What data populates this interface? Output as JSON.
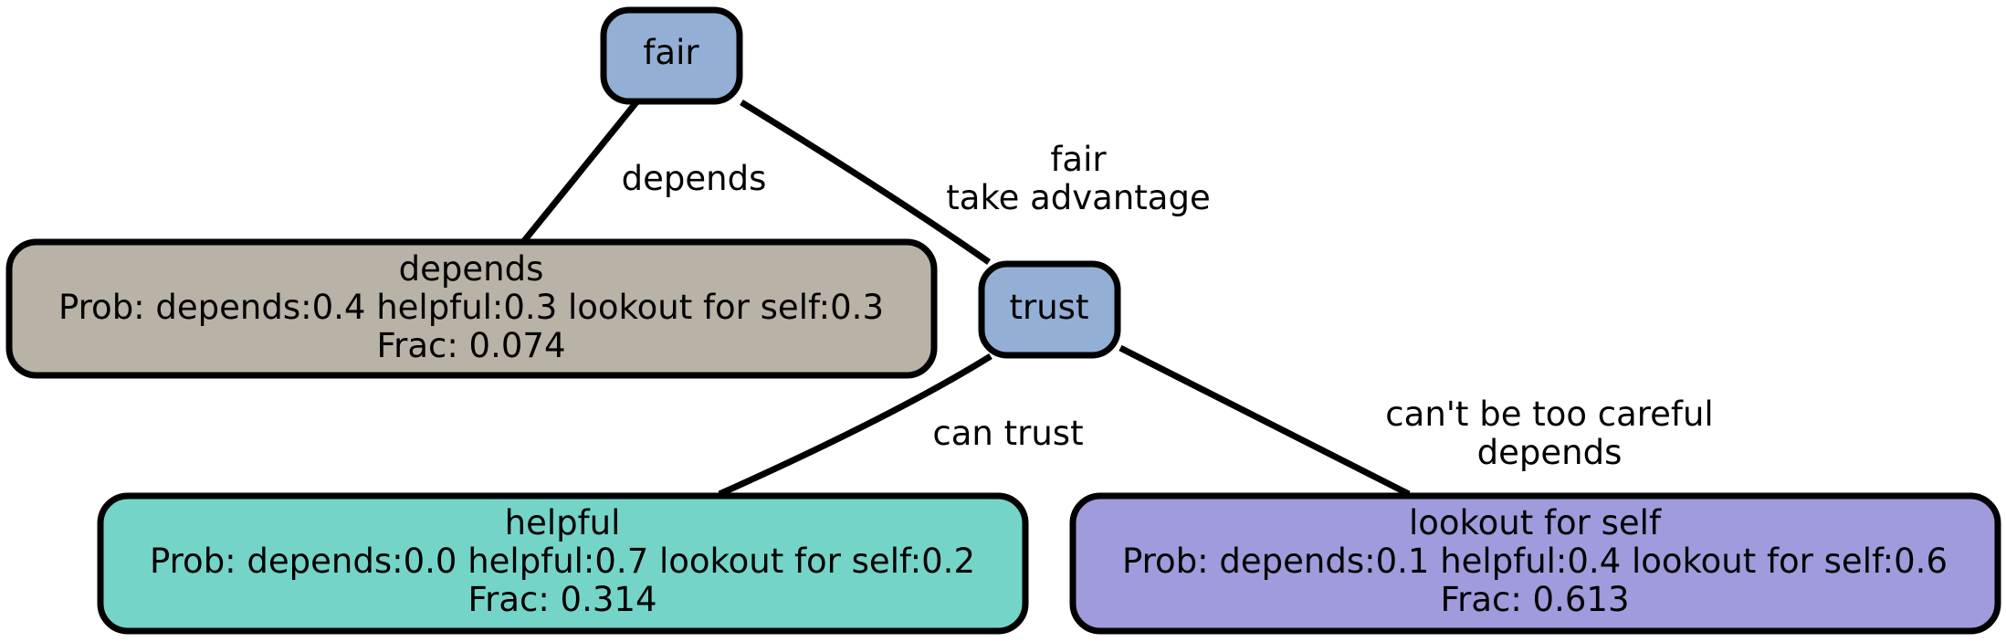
{
  "nodes": {
    "root": {
      "label": "fair",
      "color": "#94afd5"
    },
    "trust": {
      "label": "trust",
      "color": "#94afd5"
    },
    "depends": {
      "label": "depends",
      "prob": "Prob: depends:0.4 helpful:0.3 lookout for self:0.3",
      "frac": "Frac: 0.074",
      "color": "#b8b2a7"
    },
    "helpful": {
      "label": "helpful",
      "prob": "Prob: depends:0.0 helpful:0.7 lookout for self:0.2",
      "frac": "Frac: 0.314",
      "color": "#75d4c8"
    },
    "lookout": {
      "label": "lookout for self",
      "prob": "Prob: depends:0.1 helpful:0.4 lookout for self:0.6",
      "frac": "Frac: 0.613",
      "color": "#9f9bdc"
    }
  },
  "edges": {
    "root_depends": {
      "label": "depends"
    },
    "root_trust": {
      "line1": "fair",
      "line2": "take advantage"
    },
    "trust_helpful": {
      "label": "can trust"
    },
    "trust_lookout": {
      "line1": "can't be too careful",
      "line2": "depends"
    }
  }
}
